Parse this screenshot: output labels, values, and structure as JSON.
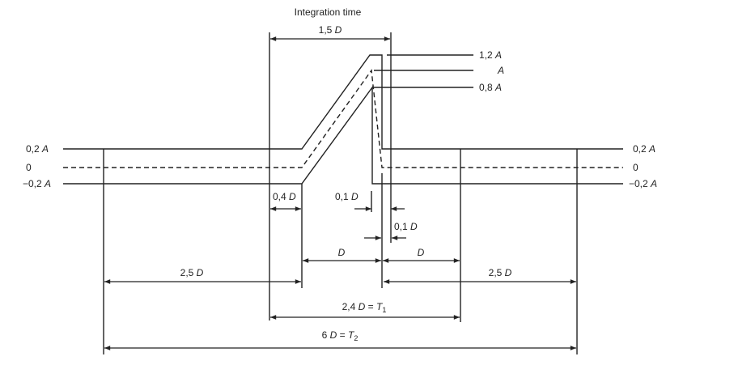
{
  "title": "Integration time",
  "labels": {
    "integration_span": [
      "1,5 ",
      "D"
    ],
    "peak_high": [
      "1,2 ",
      "A"
    ],
    "peak_nominal": "A",
    "peak_low": [
      "0,8 ",
      "A"
    ],
    "upper_tol": [
      "0,2 ",
      "A"
    ],
    "zero": "0",
    "lower_tol": [
      "−0,2 ",
      "A"
    ],
    "rise_offset": [
      "0,4 ",
      "D"
    ],
    "fall_offset_1": [
      "0,1 ",
      "D"
    ],
    "fall_offset_2": [
      "0,1 ",
      "D"
    ],
    "rise_duration": "D",
    "fall_duration": "D",
    "pre_span": [
      "2,5 ",
      "D"
    ],
    "post_span": [
      "2,5 ",
      "D"
    ],
    "t1": [
      "2,4 ",
      "D",
      " = ",
      "T",
      "1"
    ],
    "t2": [
      "6 ",
      "D",
      " = ",
      "T",
      "2"
    ]
  }
}
